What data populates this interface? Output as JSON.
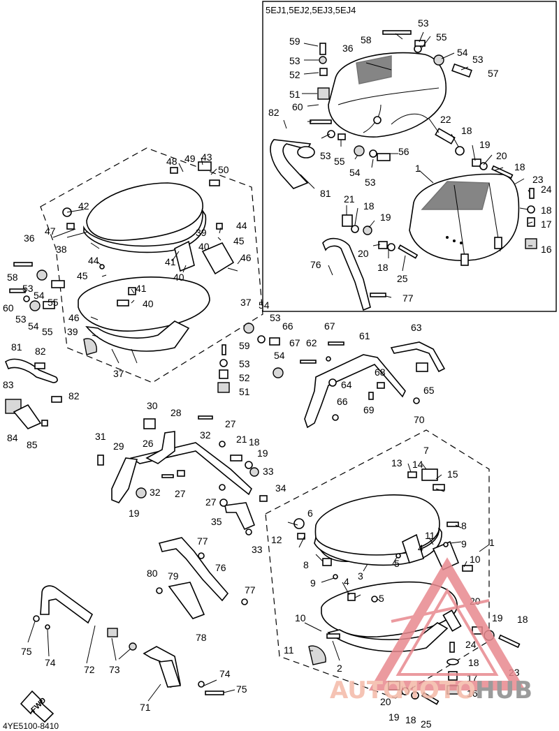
{
  "inset": {
    "title": "5EJ1,5EJ2,5EJ3,5EJ4"
  },
  "footer": {
    "code": "4YE5100-8410"
  },
  "fwd": {
    "label": "FWD"
  },
  "watermark": {
    "auto": "AUTO",
    "moto": "MOTO",
    "hub": "HUB"
  },
  "callouts": {
    "c1_main": "1",
    "c2_main": "2",
    "c3_main": "3",
    "c4_main": "4",
    "c5a": "5",
    "c5b": "5",
    "c6": "6",
    "c7": "7",
    "c8a": "8",
    "c8b": "8",
    "c9a": "9",
    "c9b": "9",
    "c10a": "10",
    "c10b": "10",
    "c11a": "11",
    "c11b": "11",
    "c12": "12",
    "c13": "13",
    "c14": "14",
    "c15": "15",
    "c16b": "16",
    "c17b": "17",
    "c18b": "18",
    "c18c": "18",
    "c18d": "18",
    "c19b": "19",
    "c19c": "19",
    "c20b": "20",
    "c20c": "20",
    "c23b": "23",
    "c24b": "24",
    "c25b": "25",
    "c18e": "18",
    "c19d": "19",
    "c21b": "21",
    "c26": "26",
    "c27a": "27",
    "c27b": "27",
    "c27c": "27",
    "c28": "28",
    "c29": "29",
    "c30": "30",
    "c31": "31",
    "c32a": "32",
    "c32b": "32",
    "c33a": "33",
    "c33b": "33",
    "c34": "34",
    "c35": "35",
    "c19e": "19",
    "c36l": "36",
    "c37a": "37",
    "c37b": "37",
    "c38": "38",
    "c39a": "39",
    "c39b": "39",
    "c40a": "40",
    "c40b": "40",
    "c41a": "41",
    "c41b": "41",
    "c42": "42",
    "c43": "43",
    "c44a": "44",
    "c44b": "44",
    "c45a": "45",
    "c45b": "45",
    "c46a": "46",
    "c46b": "46",
    "c47": "47",
    "c48": "48",
    "c49": "49",
    "c50": "50",
    "c51": "51",
    "c52": "52",
    "c53a": "53",
    "c53b": "53",
    "c53c": "53",
    "c53d": "53",
    "c54a": "54",
    "c54b": "54",
    "c54c": "54",
    "c54d": "54",
    "c55a": "55",
    "c55b": "55",
    "c58l": "58",
    "c59l": "59",
    "c60l": "60",
    "c61": "61",
    "c62": "62",
    "c63": "63",
    "c64": "64",
    "c65": "65",
    "c66a": "66",
    "c66b": "66",
    "c67a": "67",
    "c67b": "67",
    "c68": "68",
    "c69": "69",
    "c70": "70",
    "c71": "71",
    "c72": "72",
    "c73": "73",
    "c74a": "74",
    "c74b": "74",
    "c75a": "75",
    "c75b": "75",
    "c76": "76",
    "c77a": "77",
    "c77b": "77",
    "c78": "78",
    "c79": "79",
    "c80": "80",
    "c81l": "81",
    "c82a": "82",
    "c82b": "82",
    "c83": "83",
    "c84": "84",
    "c85": "85",
    "i1": "1",
    "i16": "16",
    "i17": "17",
    "i18a": "18",
    "i18b": "18",
    "i18c": "18",
    "i18d": "18",
    "i18e": "18",
    "i19a": "19",
    "i19b": "19",
    "i20a": "20",
    "i20b": "20",
    "i21": "21",
    "i22": "22",
    "i23": "23",
    "i24": "24",
    "i25": "25",
    "i36": "36",
    "i51": "51",
    "i52": "52",
    "i53a": "53",
    "i53b": "53",
    "i53c": "53",
    "i53d": "53",
    "i54a": "54",
    "i54b": "54",
    "i55a": "55",
    "i55b": "55",
    "i56": "56",
    "i57": "57",
    "i58": "58",
    "i59": "59",
    "i60": "60",
    "i76": "76",
    "i77": "77",
    "i81": "81",
    "i82": "82"
  }
}
